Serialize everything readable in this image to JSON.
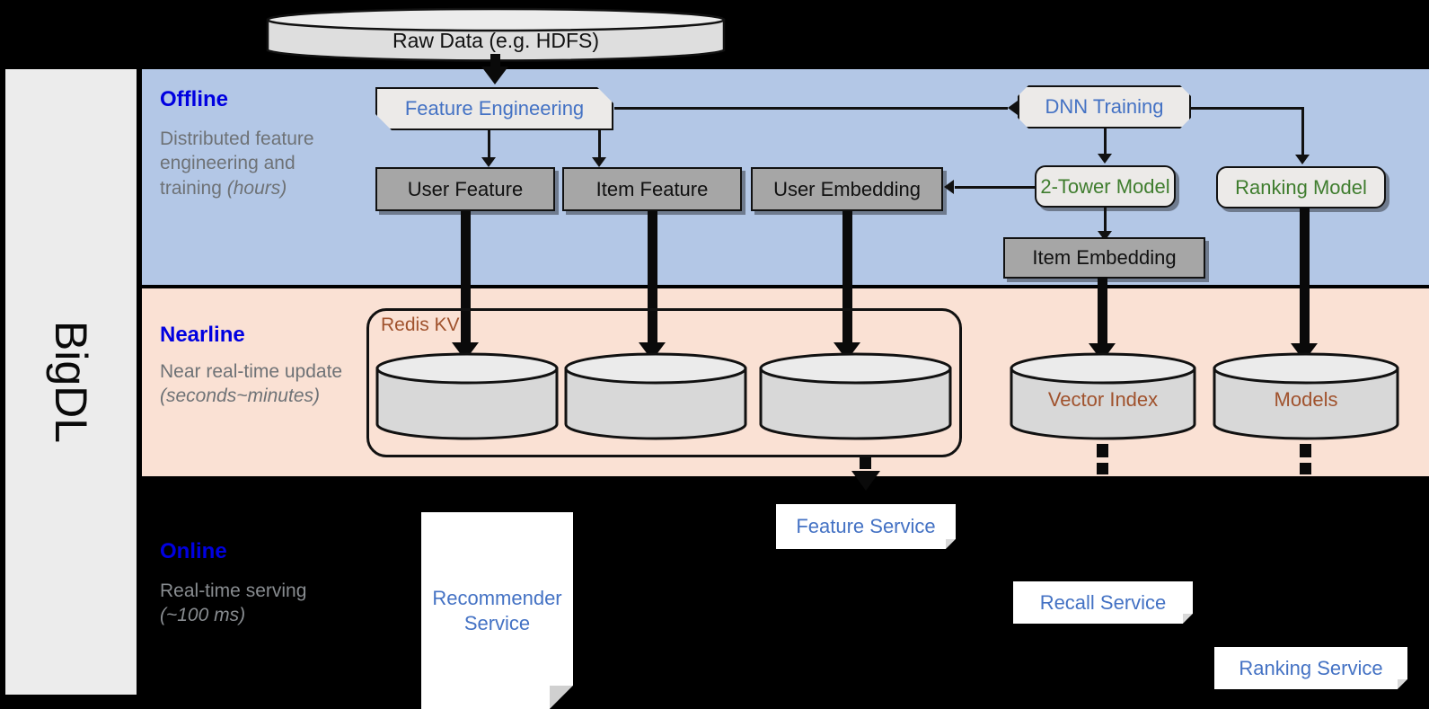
{
  "sidebar": {
    "label": "BigDL"
  },
  "bands": [
    {
      "id": "offline",
      "title": "Offline",
      "sub_line1": "Distributed feature engineering and training ",
      "sub_em": "(hours)"
    },
    {
      "id": "nearline",
      "title": "Nearline",
      "sub_line1": "Near real-time update ",
      "sub_em": "(seconds~minutes)"
    },
    {
      "id": "online",
      "title": "Online",
      "sub_line1": "Real-time serving ",
      "sub_em": "(~100 ms)"
    }
  ],
  "nodes": {
    "raw_data": "Raw Data (e.g. HDFS)",
    "feature_engineering": "Feature Engineering",
    "dnn_training": "DNN Training",
    "user_feature": "User Feature",
    "item_feature": "Item Feature",
    "user_embedding": "User Embedding",
    "two_tower_model": "2-Tower Model",
    "ranking_model": "Ranking Model",
    "item_embedding": "Item Embedding",
    "redis_kv": "Redis KV",
    "vector_index": "Vector Index",
    "models": "Models",
    "recommender_service": "Recommender Service",
    "feature_service": "Feature Service",
    "recall_service": "Recall Service",
    "ranking_service": "Ranking Service"
  },
  "colors": {
    "offline_band": "#b3c7e6",
    "nearline_band": "#fae1d4",
    "online_band": "#000000",
    "sidebar": "#ececec",
    "band_title": "#0000e0",
    "band_sub": "#6e7276",
    "proc_blue_text": "#4472c4",
    "proc_green_text": "#3f7d2e",
    "storage_brown_text": "#a0522d",
    "gray_box": "#a6a6a6",
    "proc_box": "#eceae8",
    "stroke": "#111111"
  }
}
